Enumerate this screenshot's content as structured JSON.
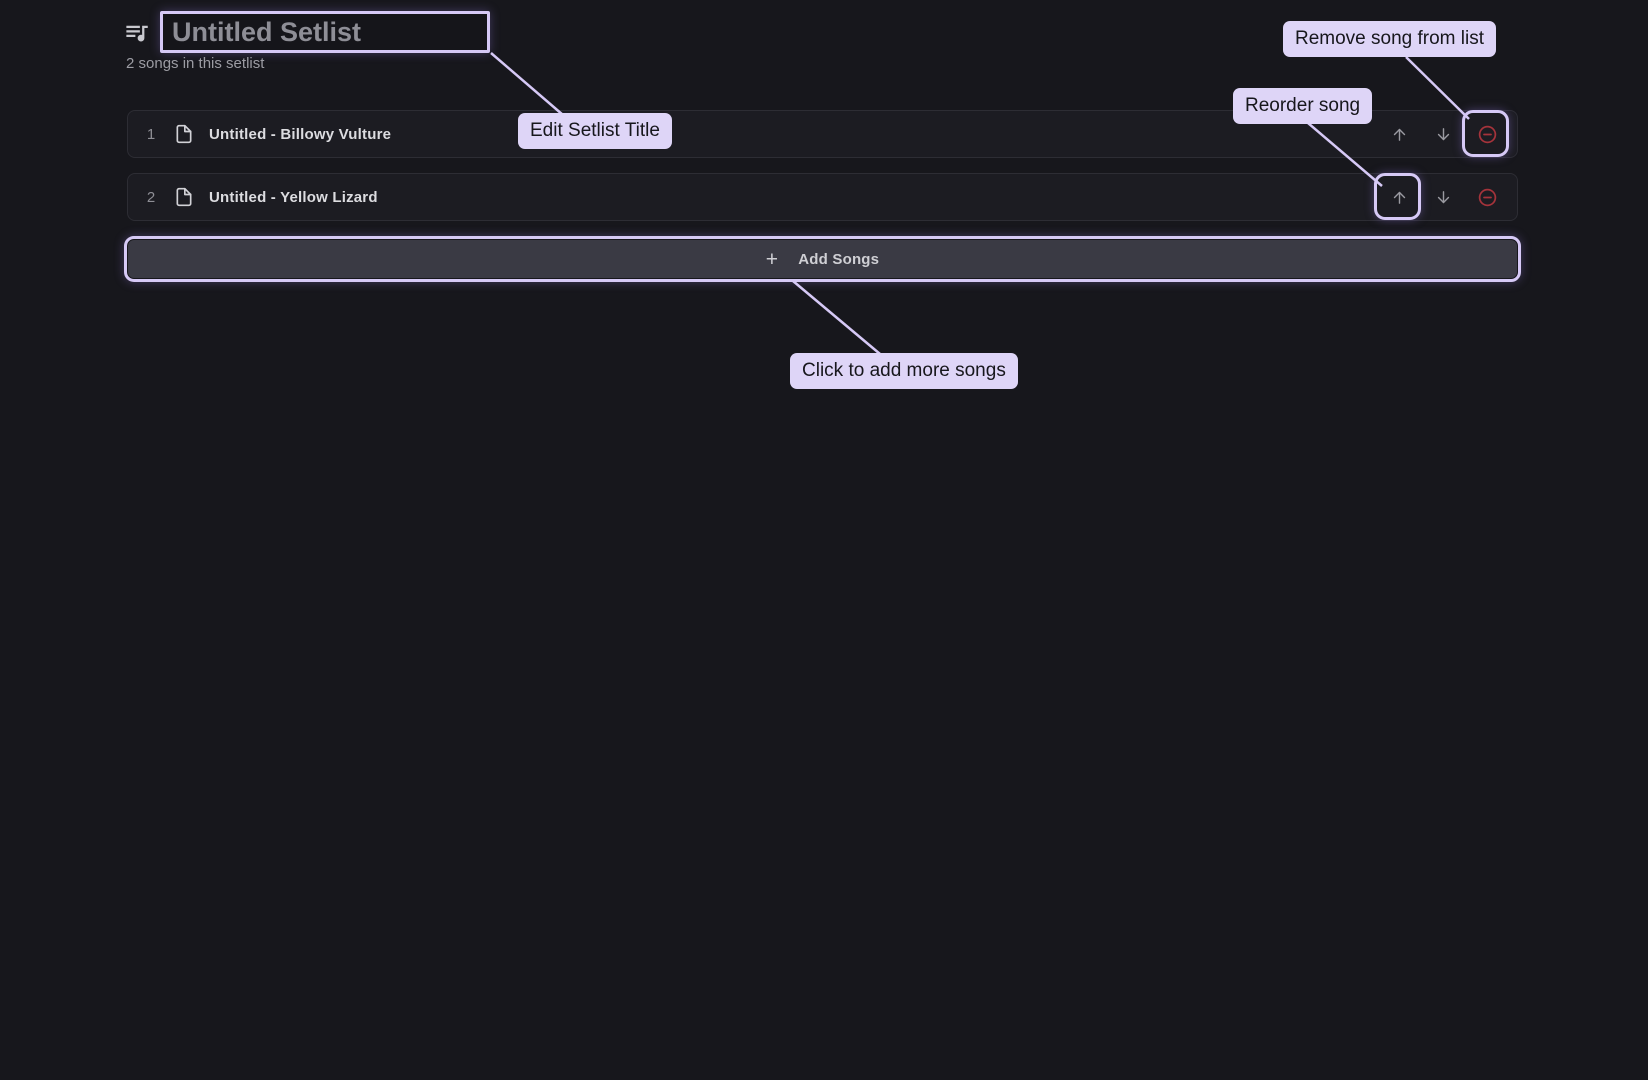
{
  "header": {
    "title_value": "Untitled Setlist",
    "subtitle": "2 songs in this setlist"
  },
  "songs": [
    {
      "index": "1",
      "title": "Untitled - Billowy Vulture"
    },
    {
      "index": "2",
      "title": "Untitled - Yellow Lizard"
    }
  ],
  "add_songs": {
    "plus": "+",
    "label": "Add Songs"
  },
  "annotations": {
    "edit_title": "Edit Setlist Title",
    "remove_song": "Remove song from list",
    "reorder_song": "Reorder song",
    "add_more": "Click to add more songs"
  },
  "icons": {
    "header": "playlist-music-icon",
    "song": "file-icon",
    "move_up": "arrow-up-icon",
    "move_down": "arrow-down-icon",
    "remove": "minus-circle-icon"
  },
  "colors": {
    "background": "#17171c",
    "row_background": "#1c1c22",
    "add_button_background": "#3a3a44",
    "annotation_accent": "#d6c9f6",
    "annotation_label_bg": "#ded5f7",
    "annotation_label_text": "#17171c",
    "remove_red": "#a5333b",
    "title_text": "#8e8e96"
  }
}
